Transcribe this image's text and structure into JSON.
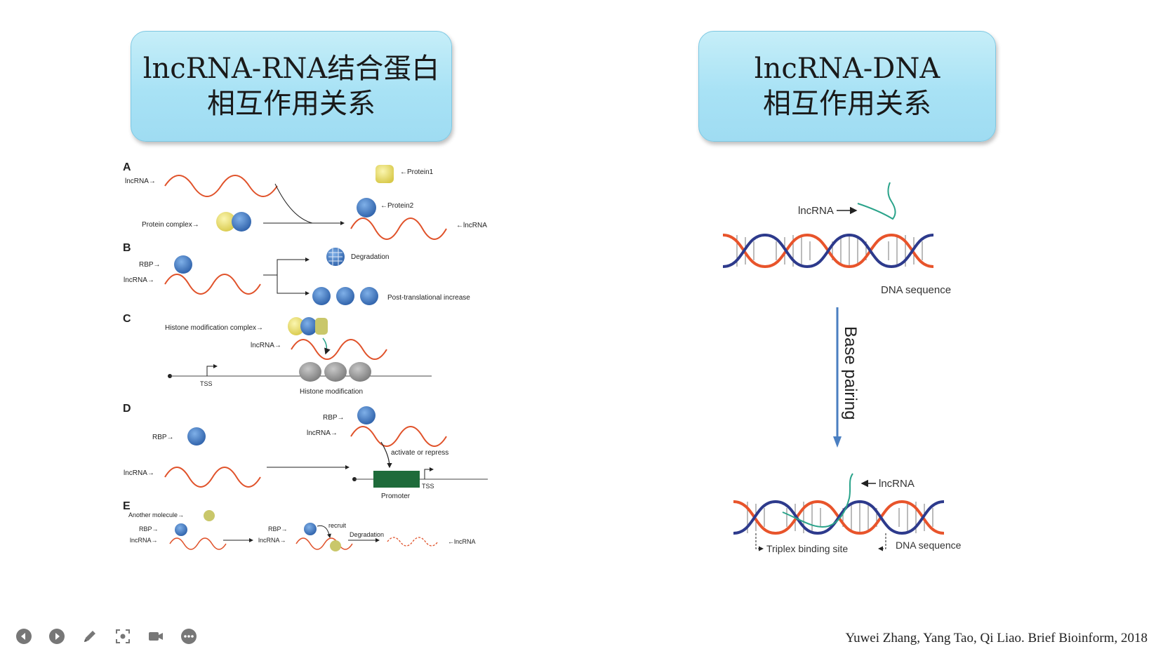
{
  "left_title": {
    "line1": "lncRNA-RNA结合蛋白",
    "line2": "相互作用关系"
  },
  "right_title": {
    "line1": "lncRNA-DNA",
    "line2": "相互作用关系"
  },
  "left_panel": {
    "panels": {
      "A": {
        "letter": "A",
        "lncrna": "lncRNA→",
        "protein_complex": "Protein complex→",
        "protein1": "←Protein1",
        "protein2": "←Protein2",
        "lncrna_right": "←lncRNA"
      },
      "B": {
        "letter": "B",
        "rbp": "RBP→",
        "lncrna": "lncRNA→",
        "degradation": "Degradation",
        "post_translational": "Post-translational increase"
      },
      "C": {
        "letter": "C",
        "histone_complex": "Histone modification complex→",
        "lncrna": "lncRNA→",
        "tss": "TSS",
        "histone_modification": "Histone modification"
      },
      "D": {
        "letter": "D",
        "rbp_left": "RBP→",
        "rbp_top": "RBP→",
        "lncrna_top": "lncRNA→",
        "lncrna_left": "lncRNA→",
        "activate": "activate or repress",
        "promoter": "Promoter",
        "tss": "TSS"
      },
      "E": {
        "letter": "E",
        "another_molecule": "Another molecule→",
        "rbp1": "RBP→",
        "lncrna1": "lncRNA→",
        "rbp2": "RBP→",
        "lncrna2": "lncRNA→",
        "recruit": "recruit",
        "degradation": "Degradation",
        "lncrna3": "←lncRNA"
      }
    }
  },
  "right_panel": {
    "lncrna_top": "lncRNA",
    "dna_sequence_top": "DNA sequence",
    "base_pairing": "Base pairing",
    "lncrna_bottom": "lncRNA",
    "triplex": "Triplex binding site",
    "dna_sequence_bottom": "DNA sequence"
  },
  "citation": "Yuwei Zhang, Yang Tao, Qi Liao. Brief Bioinform, 2018",
  "toolbar": [
    "prev-icon",
    "play-icon",
    "pen-icon",
    "screenshot-icon",
    "camera-icon",
    "more-icon"
  ],
  "colors": {
    "title_bg": "#a8e2f5",
    "rna": "#e0522a",
    "dna_red": "#e8542b",
    "dna_blue": "#2d3a8c",
    "rbp_blue": "#3c78c4",
    "protein_yellow": "#e8e070",
    "promoter_green": "#1e6b3a",
    "arrow_blue": "#4a7fc1"
  }
}
